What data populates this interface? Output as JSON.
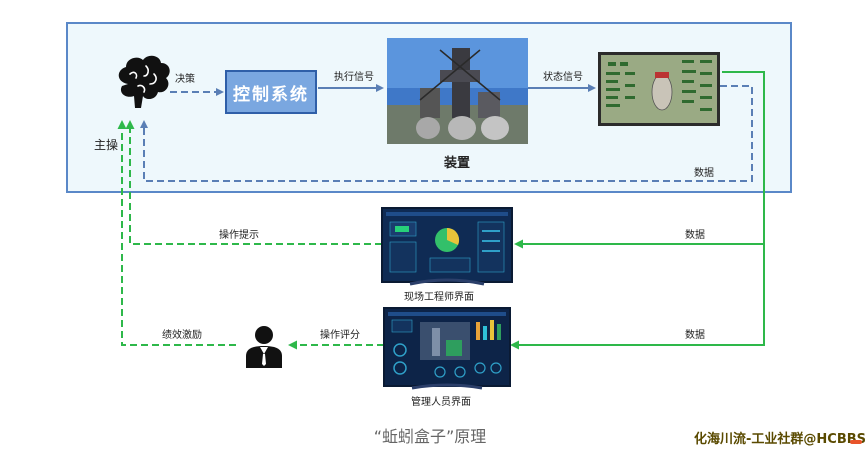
{
  "labels": {
    "decision": "决策",
    "control_system": "控制系统",
    "exec_signal": "执行信号",
    "state_signal": "状态信号",
    "main_operator": "主操",
    "device": "装置",
    "data_top": "数据",
    "op_hint": "操作提示",
    "data_mid": "数据",
    "engineer_ui": "现场工程师界面",
    "perf_incentive": "绩效激励",
    "op_score": "操作评分",
    "data_bottom": "数据",
    "manager_ui": "管理人员界面"
  },
  "caption": "“蚯蚓盒子”原理",
  "watermark": "化海川流-工业社群@HCBBS",
  "icons": {
    "brain": "brain-icon",
    "person": "manager-person-icon",
    "plant": "blast-furnace-photo",
    "hmi": "dcs-screen-thumbnail",
    "engineer_screen": "engineer-dashboard-thumbnail",
    "manager_screen": "manager-dashboard-thumbnail"
  },
  "colors": {
    "blue_arrow": "#5a7fb5",
    "green_arrow": "#2eb84a",
    "panel_fill": "#eef8fc",
    "panel_border": "#5a88c8",
    "control_fill": "#7aa7e0"
  }
}
